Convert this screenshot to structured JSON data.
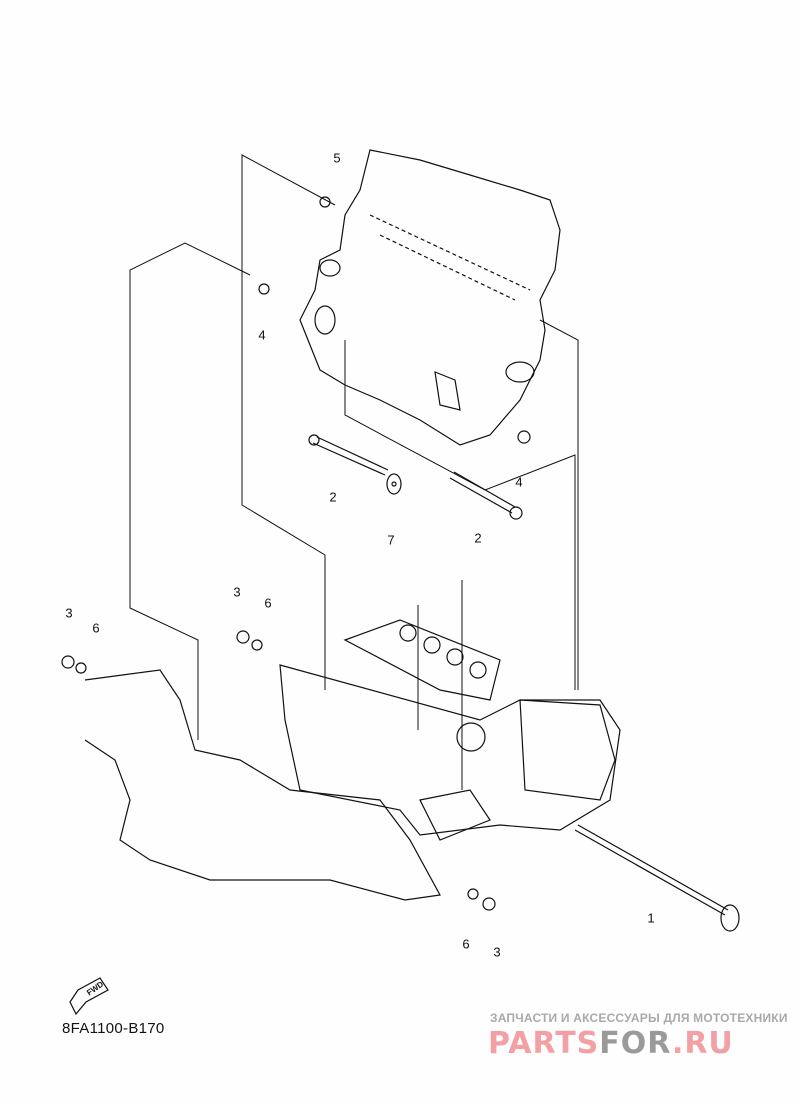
{
  "diagram": {
    "part_code": "8FA1100-B170",
    "fwd_label": "FWD",
    "callouts": [
      {
        "id": "c5",
        "label": "5"
      },
      {
        "id": "c4a",
        "label": "4"
      },
      {
        "id": "c4b",
        "label": "4"
      },
      {
        "id": "c2a",
        "label": "2"
      },
      {
        "id": "c7",
        "label": "7"
      },
      {
        "id": "c2b",
        "label": "2"
      },
      {
        "id": "c3a",
        "label": "3"
      },
      {
        "id": "c6a",
        "label": "6"
      },
      {
        "id": "c3b",
        "label": "3"
      },
      {
        "id": "c6b",
        "label": "6"
      },
      {
        "id": "c1",
        "label": "1"
      },
      {
        "id": "c6c",
        "label": "6"
      },
      {
        "id": "c3c",
        "label": "3"
      }
    ]
  },
  "watermark": {
    "subtitle": "ЗАПЧАСТИ И АКСЕССУАРЫ ДЛЯ МОТОТЕХНИКИ",
    "brand_part1": "PARTS",
    "brand_part2": "FOR",
    "brand_part3": ".RU"
  }
}
